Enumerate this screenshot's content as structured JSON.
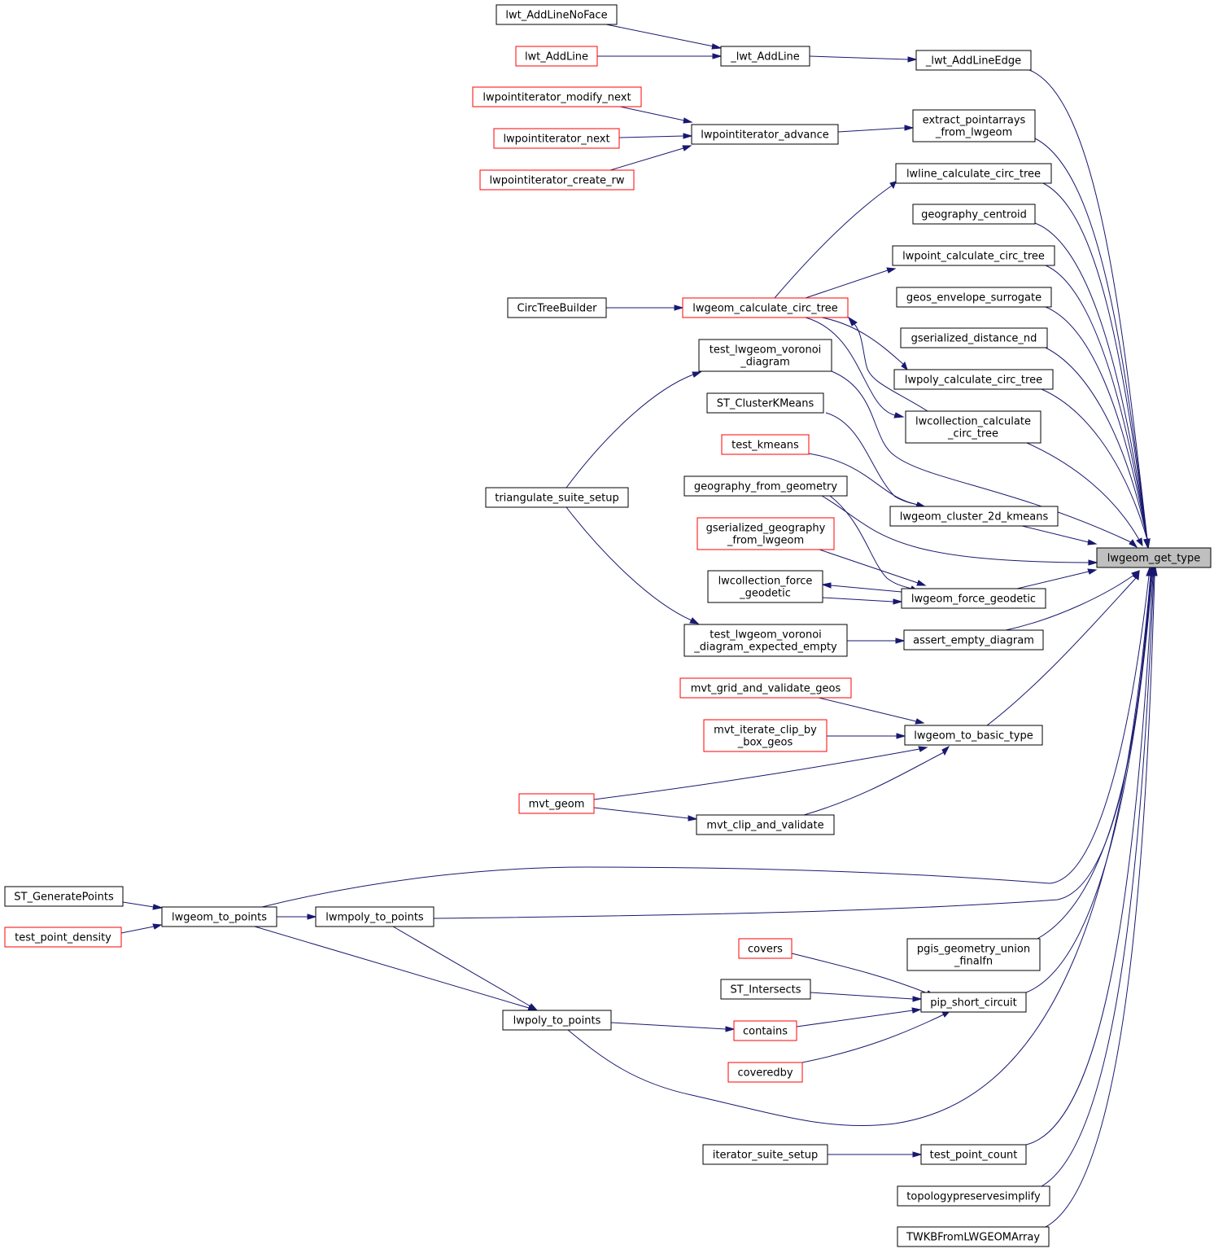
{
  "diagram": {
    "nodes": [
      {
        "id": "lwt_AddLineNoFace",
        "lines": [
          "lwt_AddLineNoFace"
        ],
        "border": "black"
      },
      {
        "id": "lwt_AddLine",
        "lines": [
          "lwt_AddLine"
        ],
        "border": "red"
      },
      {
        "id": "_lwt_AddLine",
        "lines": [
          "_lwt_AddLine"
        ],
        "border": "black"
      },
      {
        "id": "_lwt_AddLineEdge",
        "lines": [
          "_lwt_AddLineEdge"
        ],
        "border": "black"
      },
      {
        "id": "lwpointiterator_modify_next",
        "lines": [
          "lwpointiterator_modify_next"
        ],
        "border": "red"
      },
      {
        "id": "lwpointiterator_next",
        "lines": [
          "lwpointiterator_next"
        ],
        "border": "red"
      },
      {
        "id": "lwpointiterator_create_rw",
        "lines": [
          "lwpointiterator_create_rw"
        ],
        "border": "red"
      },
      {
        "id": "lwpointiterator_advance",
        "lines": [
          "lwpointiterator_advance"
        ],
        "border": "black"
      },
      {
        "id": "extract_pointarrays_from_lwgeom",
        "lines": [
          "extract_pointarrays",
          "_from_lwgeom"
        ],
        "border": "black"
      },
      {
        "id": "lwline_calculate_circ_tree",
        "lines": [
          "lwline_calculate_circ_tree"
        ],
        "border": "black"
      },
      {
        "id": "geography_centroid",
        "lines": [
          "geography_centroid"
        ],
        "border": "black"
      },
      {
        "id": "lwpoint_calculate_circ_tree",
        "lines": [
          "lwpoint_calculate_circ_tree"
        ],
        "border": "black"
      },
      {
        "id": "CircTreeBuilder",
        "lines": [
          "CircTreeBuilder"
        ],
        "border": "black"
      },
      {
        "id": "lwgeom_calculate_circ_tree",
        "lines": [
          "lwgeom_calculate_circ_tree"
        ],
        "border": "red"
      },
      {
        "id": "geos_envelope_surrogate",
        "lines": [
          "geos_envelope_surrogate"
        ],
        "border": "black"
      },
      {
        "id": "gserialized_distance_nd",
        "lines": [
          "gserialized_distance_nd"
        ],
        "border": "black"
      },
      {
        "id": "test_lwgeom_voronoi_diagram",
        "lines": [
          "test_lwgeom_voronoi",
          "_diagram"
        ],
        "border": "black"
      },
      {
        "id": "lwpoly_calculate_circ_tree",
        "lines": [
          "lwpoly_calculate_circ_tree"
        ],
        "border": "black"
      },
      {
        "id": "ST_ClusterKMeans",
        "lines": [
          "ST_ClusterKMeans"
        ],
        "border": "black"
      },
      {
        "id": "lwcollection_calculate_circ_tree",
        "lines": [
          "lwcollection_calculate",
          "_circ_tree"
        ],
        "border": "black"
      },
      {
        "id": "test_kmeans",
        "lines": [
          "test_kmeans"
        ],
        "border": "red"
      },
      {
        "id": "triangulate_suite_setup",
        "lines": [
          "triangulate_suite_setup"
        ],
        "border": "black"
      },
      {
        "id": "geography_from_geometry",
        "lines": [
          "geography_from_geometry"
        ],
        "border": "black"
      },
      {
        "id": "lwgeom_cluster_2d_kmeans",
        "lines": [
          "lwgeom_cluster_2d_kmeans"
        ],
        "border": "black"
      },
      {
        "id": "gserialized_geography_from_lwgeom",
        "lines": [
          "gserialized_geography",
          "_from_lwgeom"
        ],
        "border": "red"
      },
      {
        "id": "lwgeom_get_type",
        "lines": [
          "lwgeom_get_type"
        ],
        "border": "black",
        "focus": true
      },
      {
        "id": "lwcollection_force_geodetic",
        "lines": [
          "lwcollection_force",
          "_geodetic"
        ],
        "border": "black"
      },
      {
        "id": "lwgeom_force_geodetic",
        "lines": [
          "lwgeom_force_geodetic"
        ],
        "border": "black"
      },
      {
        "id": "test_lwgeom_voronoi_diagram_expected_empty",
        "lines": [
          "test_lwgeom_voronoi",
          "_diagram_expected_empty"
        ],
        "border": "black"
      },
      {
        "id": "assert_empty_diagram",
        "lines": [
          "assert_empty_diagram"
        ],
        "border": "black"
      },
      {
        "id": "mvt_grid_and_validate_geos",
        "lines": [
          "mvt_grid_and_validate_geos"
        ],
        "border": "red"
      },
      {
        "id": "mvt_iterate_clip_by_box_geos",
        "lines": [
          "mvt_iterate_clip_by",
          "_box_geos"
        ],
        "border": "red"
      },
      {
        "id": "lwgeom_to_basic_type",
        "lines": [
          "lwgeom_to_basic_type"
        ],
        "border": "black"
      },
      {
        "id": "mvt_geom",
        "lines": [
          "mvt_geom"
        ],
        "border": "red"
      },
      {
        "id": "mvt_clip_and_validate",
        "lines": [
          "mvt_clip_and_validate"
        ],
        "border": "black"
      },
      {
        "id": "ST_GeneratePoints",
        "lines": [
          "ST_GeneratePoints"
        ],
        "border": "black"
      },
      {
        "id": "lwgeom_to_points",
        "lines": [
          "lwgeom_to_points"
        ],
        "border": "black"
      },
      {
        "id": "lwmpoly_to_points",
        "lines": [
          "lwmpoly_to_points"
        ],
        "border": "black"
      },
      {
        "id": "test_point_density",
        "lines": [
          "test_point_density"
        ],
        "border": "red"
      },
      {
        "id": "pgis_geometry_union_finalfn",
        "lines": [
          "pgis_geometry_union",
          "_finalfn"
        ],
        "border": "black"
      },
      {
        "id": "covers",
        "lines": [
          "covers"
        ],
        "border": "red"
      },
      {
        "id": "ST_Intersects",
        "lines": [
          "ST_Intersects"
        ],
        "border": "black"
      },
      {
        "id": "pip_short_circuit",
        "lines": [
          "pip_short_circuit"
        ],
        "border": "black"
      },
      {
        "id": "lwpoly_to_points",
        "lines": [
          "lwpoly_to_points"
        ],
        "border": "black"
      },
      {
        "id": "contains",
        "lines": [
          "contains"
        ],
        "border": "red"
      },
      {
        "id": "coveredby",
        "lines": [
          "coveredby"
        ],
        "border": "red"
      },
      {
        "id": "iterator_suite_setup",
        "lines": [
          "iterator_suite_setup"
        ],
        "border": "black"
      },
      {
        "id": "test_point_count",
        "lines": [
          "test_point_count"
        ],
        "border": "black"
      },
      {
        "id": "topologypreservesimplify",
        "lines": [
          "topologypreservesimplify"
        ],
        "border": "black"
      },
      {
        "id": "TWKBFromLWGEOMArray",
        "lines": [
          "TWKBFromLWGEOMArray"
        ],
        "border": "black"
      }
    ],
    "edges": [
      [
        "lwt_AddLineNoFace",
        "_lwt_AddLine"
      ],
      [
        "lwt_AddLine",
        "_lwt_AddLine"
      ],
      [
        "_lwt_AddLine",
        "_lwt_AddLineEdge"
      ],
      [
        "_lwt_AddLineEdge",
        "lwgeom_get_type"
      ],
      [
        "lwpointiterator_modify_next",
        "lwpointiterator_advance"
      ],
      [
        "lwpointiterator_next",
        "lwpointiterator_advance"
      ],
      [
        "lwpointiterator_create_rw",
        "lwpointiterator_advance"
      ],
      [
        "lwpointiterator_advance",
        "extract_pointarrays_from_lwgeom"
      ],
      [
        "extract_pointarrays_from_lwgeom",
        "lwgeom_get_type"
      ],
      [
        "lwgeom_calculate_circ_tree",
        "lwline_calculate_circ_tree"
      ],
      [
        "lwline_calculate_circ_tree",
        "lwgeom_get_type"
      ],
      [
        "geography_centroid",
        "lwgeom_get_type"
      ],
      [
        "lwgeom_calculate_circ_tree",
        "lwpoint_calculate_circ_tree"
      ],
      [
        "lwpoint_calculate_circ_tree",
        "lwgeom_get_type"
      ],
      [
        "CircTreeBuilder",
        "lwgeom_calculate_circ_tree"
      ],
      [
        "lwgeom_calculate_circ_tree",
        "lwpoly_calculate_circ_tree"
      ],
      [
        "lwgeom_calculate_circ_tree",
        "lwcollection_calculate_circ_tree"
      ],
      [
        "lwcollection_calculate_circ_tree",
        "lwgeom_calculate_circ_tree"
      ],
      [
        "geos_envelope_surrogate",
        "lwgeom_get_type"
      ],
      [
        "gserialized_distance_nd",
        "lwgeom_get_type"
      ],
      [
        "lwpoly_calculate_circ_tree",
        "lwgeom_get_type"
      ],
      [
        "lwcollection_calculate_circ_tree",
        "lwgeom_get_type"
      ],
      [
        "triangulate_suite_setup",
        "test_lwgeom_voronoi_diagram"
      ],
      [
        "triangulate_suite_setup",
        "test_lwgeom_voronoi_diagram_expected_empty"
      ],
      [
        "test_lwgeom_voronoi_diagram",
        "lwgeom_get_type"
      ],
      [
        "ST_ClusterKMeans",
        "lwgeom_cluster_2d_kmeans"
      ],
      [
        "test_kmeans",
        "lwgeom_cluster_2d_kmeans"
      ],
      [
        "lwgeom_cluster_2d_kmeans",
        "lwgeom_get_type"
      ],
      [
        "geography_from_geometry",
        "lwgeom_get_type"
      ],
      [
        "geography_from_geometry",
        "lwgeom_force_geodetic"
      ],
      [
        "gserialized_geography_from_lwgeom",
        "lwgeom_force_geodetic"
      ],
      [
        "lwgeom_force_geodetic",
        "lwcollection_force_geodetic"
      ],
      [
        "lwcollection_force_geodetic",
        "lwgeom_force_geodetic"
      ],
      [
        "lwgeom_force_geodetic",
        "lwgeom_get_type"
      ],
      [
        "test_lwgeom_voronoi_diagram_expected_empty",
        "assert_empty_diagram"
      ],
      [
        "assert_empty_diagram",
        "lwgeom_get_type"
      ],
      [
        "mvt_grid_and_validate_geos",
        "lwgeom_to_basic_type"
      ],
      [
        "mvt_iterate_clip_by_box_geos",
        "lwgeom_to_basic_type"
      ],
      [
        "mvt_geom",
        "lwgeom_to_basic_type"
      ],
      [
        "mvt_geom",
        "mvt_clip_and_validate"
      ],
      [
        "mvt_clip_and_validate",
        "lwgeom_to_basic_type"
      ],
      [
        "lwgeom_to_basic_type",
        "lwgeom_get_type"
      ],
      [
        "ST_GeneratePoints",
        "lwgeom_to_points"
      ],
      [
        "test_point_density",
        "lwgeom_to_points"
      ],
      [
        "lwgeom_to_points",
        "lwmpoly_to_points"
      ],
      [
        "lwgeom_to_points",
        "lwpoly_to_points"
      ],
      [
        "lwgeom_to_points",
        "lwgeom_get_type"
      ],
      [
        "lwmpoly_to_points",
        "lwpoly_to_points"
      ],
      [
        "lwmpoly_to_points",
        "lwgeom_get_type"
      ],
      [
        "lwpoly_to_points",
        "contains"
      ],
      [
        "lwpoly_to_points",
        "lwgeom_get_type"
      ],
      [
        "pgis_geometry_union_finalfn",
        "lwgeom_get_type"
      ],
      [
        "covers",
        "pip_short_circuit"
      ],
      [
        "ST_Intersects",
        "pip_short_circuit"
      ],
      [
        "contains",
        "pip_short_circuit"
      ],
      [
        "coveredby",
        "pip_short_circuit"
      ],
      [
        "pip_short_circuit",
        "lwgeom_get_type"
      ],
      [
        "iterator_suite_setup",
        "test_point_count"
      ],
      [
        "test_point_count",
        "lwgeom_get_type"
      ],
      [
        "topologypreservesimplify",
        "lwgeom_get_type"
      ],
      [
        "TWKBFromLWGEOMArray",
        "lwgeom_get_type"
      ]
    ]
  }
}
